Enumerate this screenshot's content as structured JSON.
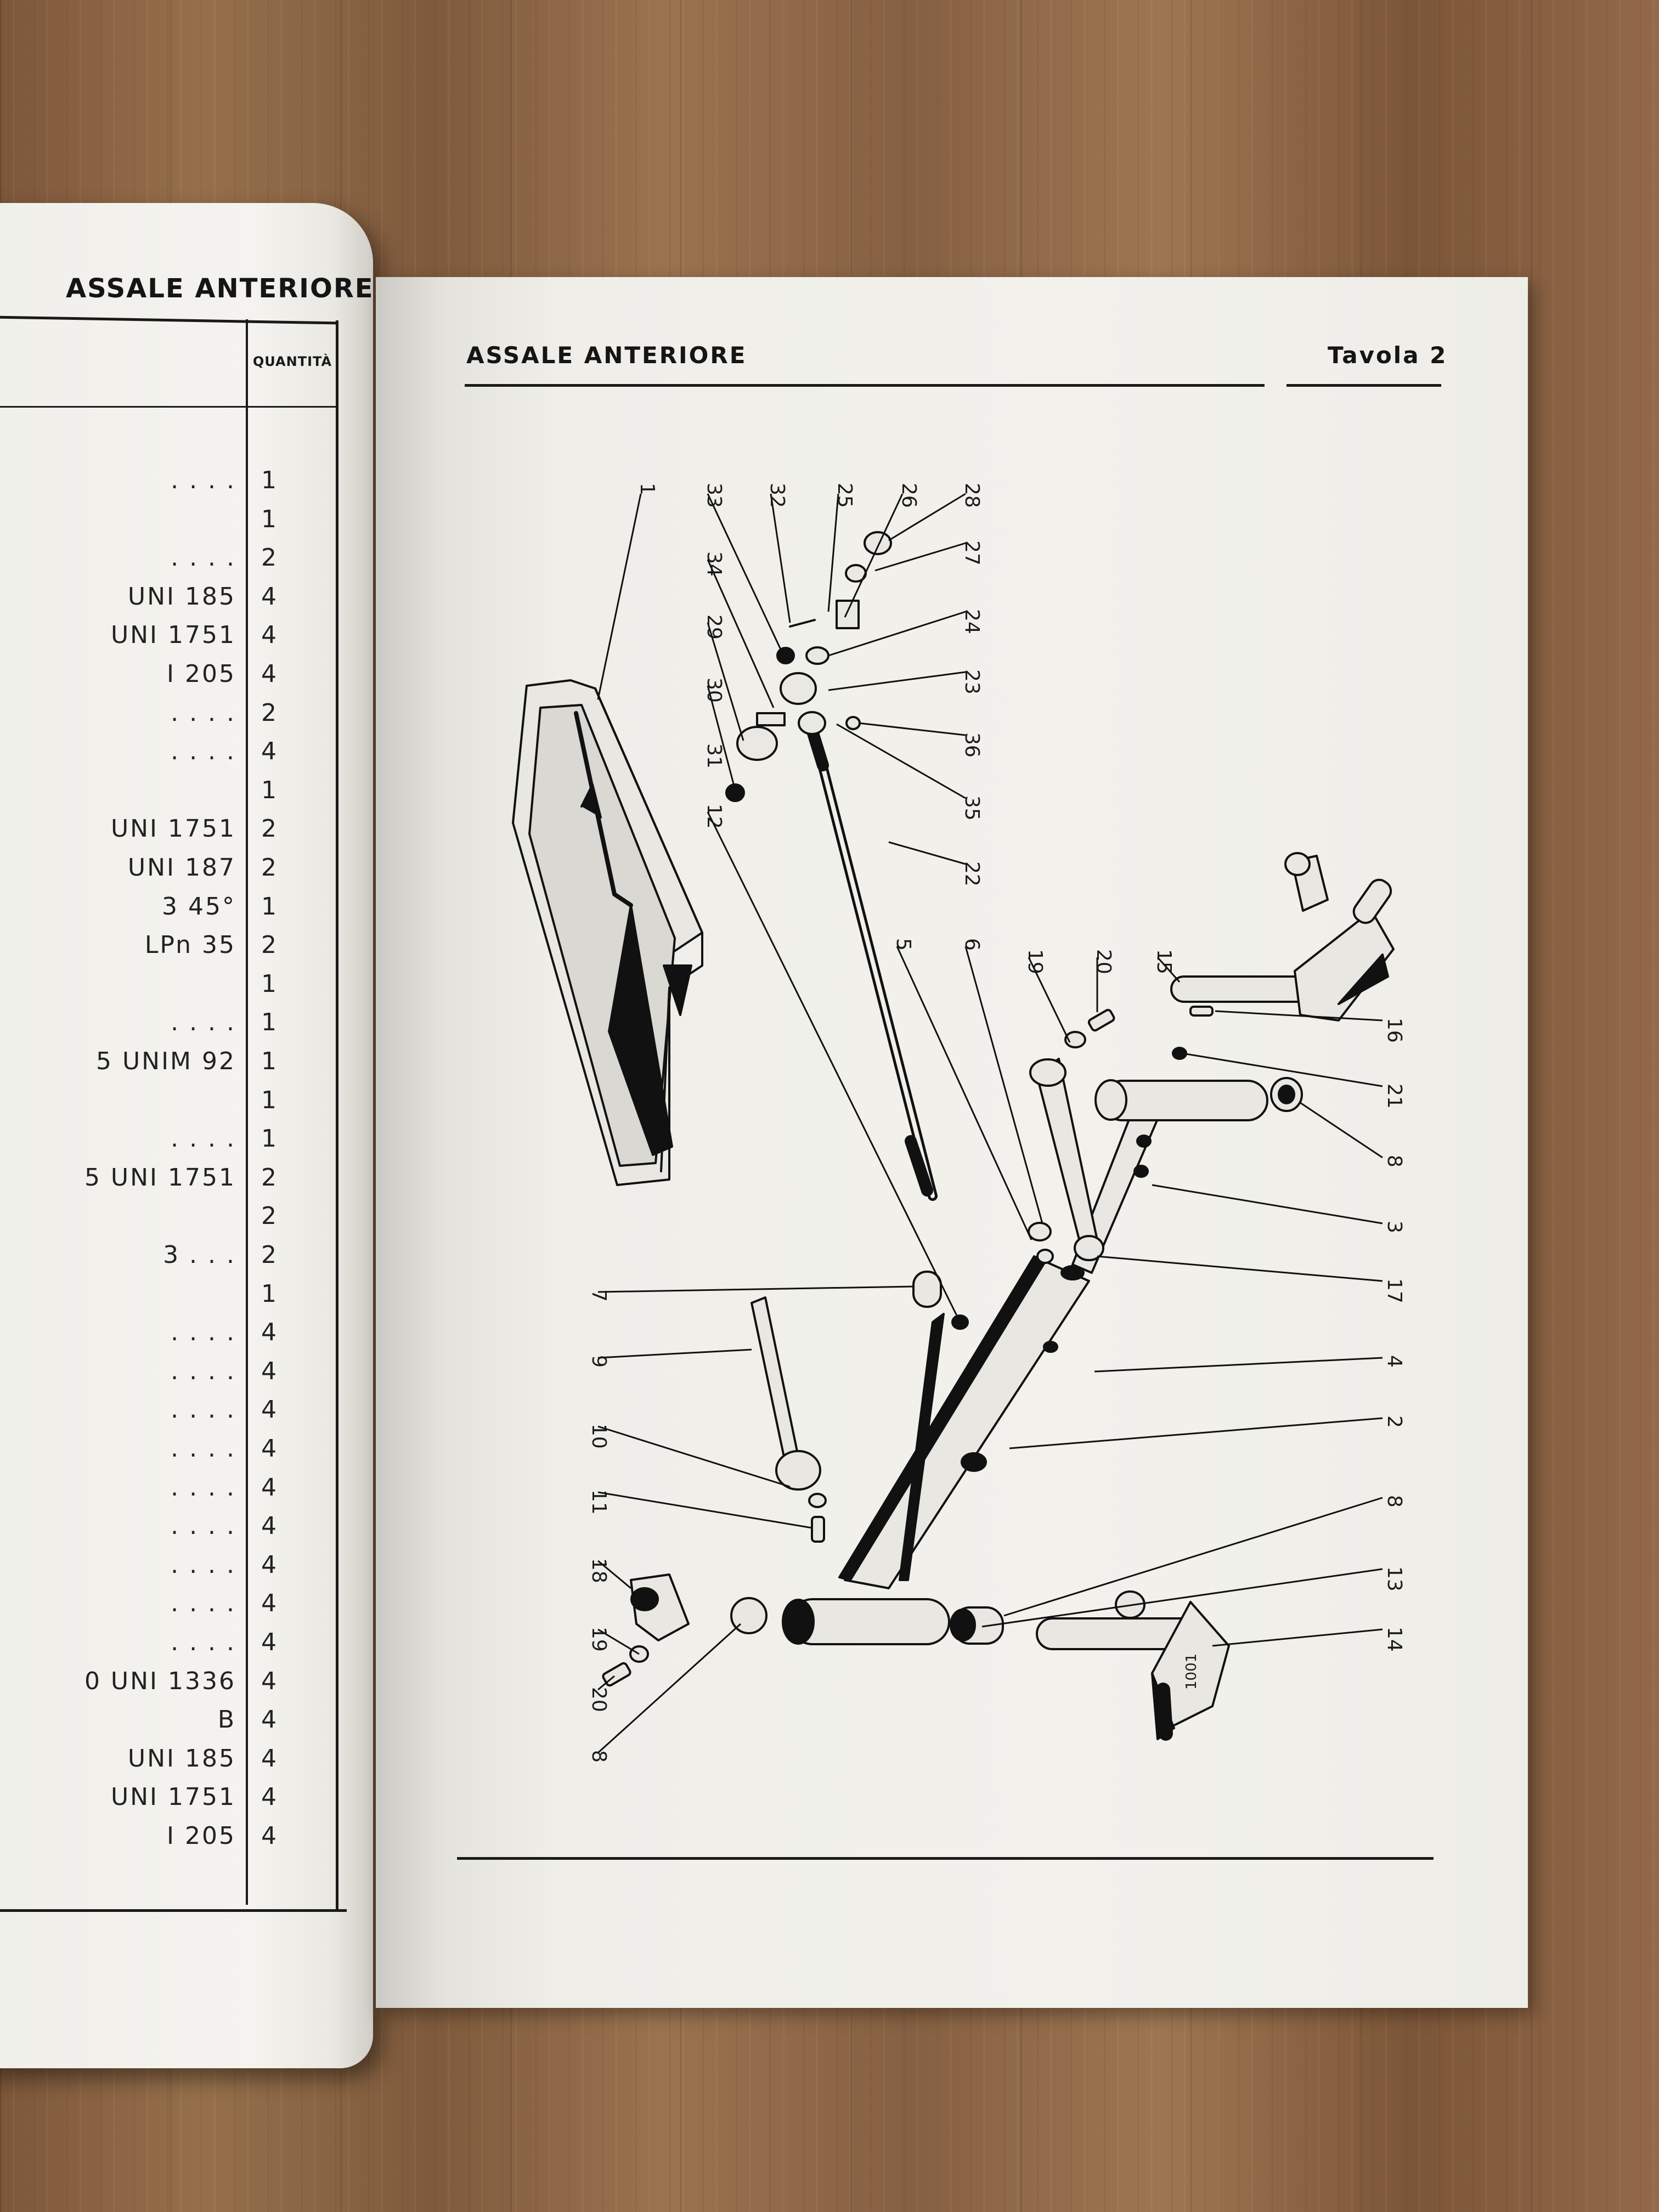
{
  "left_page": {
    "title": "ASSALE ANTERIORE",
    "quantity_header": "QUANTITÀ",
    "rows": [
      {
        "desc": ".      .      .      .",
        "qty": "1"
      },
      {
        "desc": "",
        "qty": "1"
      },
      {
        "desc": ".      .      .      .",
        "qty": "2"
      },
      {
        "desc": "UNI 185",
        "qty": "4"
      },
      {
        "desc": "UNI 1751",
        "qty": "4"
      },
      {
        "desc": "I 205",
        "qty": "4"
      },
      {
        "desc": ".      .      .      .",
        "qty": "2"
      },
      {
        "desc": ".      .      .      .",
        "qty": "4"
      },
      {
        "desc": "",
        "qty": "1"
      },
      {
        "desc": "UNI 1751",
        "qty": "2"
      },
      {
        "desc": "UNI 187",
        "qty": "2"
      },
      {
        "desc": "3 45°",
        "qty": "1"
      },
      {
        "desc": "LPn 35",
        "qty": "2"
      },
      {
        "desc": "",
        "qty": "1"
      },
      {
        "desc": ".      .      .      .",
        "qty": "1"
      },
      {
        "desc": "5 UNIM 92",
        "qty": "1"
      },
      {
        "desc": "",
        "qty": "1"
      },
      {
        "desc": ".      .      .      .",
        "qty": "1"
      },
      {
        "desc": "5 UNI 1751",
        "qty": "2"
      },
      {
        "desc": "",
        "qty": "2"
      },
      {
        "desc": "3       .      .      .",
        "qty": "2"
      },
      {
        "desc": "",
        "qty": "1"
      },
      {
        "desc": ".      .      .      .",
        "qty": "4"
      },
      {
        "desc": ".      .      .      .",
        "qty": "4"
      },
      {
        "desc": ".      .      .      .",
        "qty": "4"
      },
      {
        "desc": ".      .      .      .",
        "qty": "4"
      },
      {
        "desc": ".      .      .      .",
        "qty": "4"
      },
      {
        "desc": ".      .      .      .",
        "qty": "4"
      },
      {
        "desc": ".      .      .      .",
        "qty": "4"
      },
      {
        "desc": ".      .      .      .",
        "qty": "4"
      },
      {
        "desc": ".      .      .      .",
        "qty": "4"
      },
      {
        "desc": "0 UNI 1336",
        "qty": "4"
      },
      {
        "desc": "B",
        "qty": "4"
      },
      {
        "desc": "UNI 185",
        "qty": "4"
      },
      {
        "desc": "UNI 1751",
        "qty": "4"
      },
      {
        "desc": "I 205",
        "qty": "4"
      }
    ]
  },
  "right_page": {
    "title": "ASSALE ANTERIORE",
    "plate": "Tavola 2"
  },
  "diagram": {
    "part_labels": [
      "1",
      "33",
      "32",
      "25",
      "26",
      "28",
      "27",
      "24",
      "23",
      "36",
      "35",
      "34",
      "29",
      "30",
      "31",
      "12",
      "22",
      "5",
      "6",
      "19",
      "20",
      "15",
      "16",
      "21",
      "8",
      "3",
      "17",
      "4",
      "2",
      "7",
      "9",
      "10",
      "11",
      "18",
      "8",
      "13",
      "14",
      "19",
      "20",
      "8"
    ],
    "stamp": "1001"
  }
}
